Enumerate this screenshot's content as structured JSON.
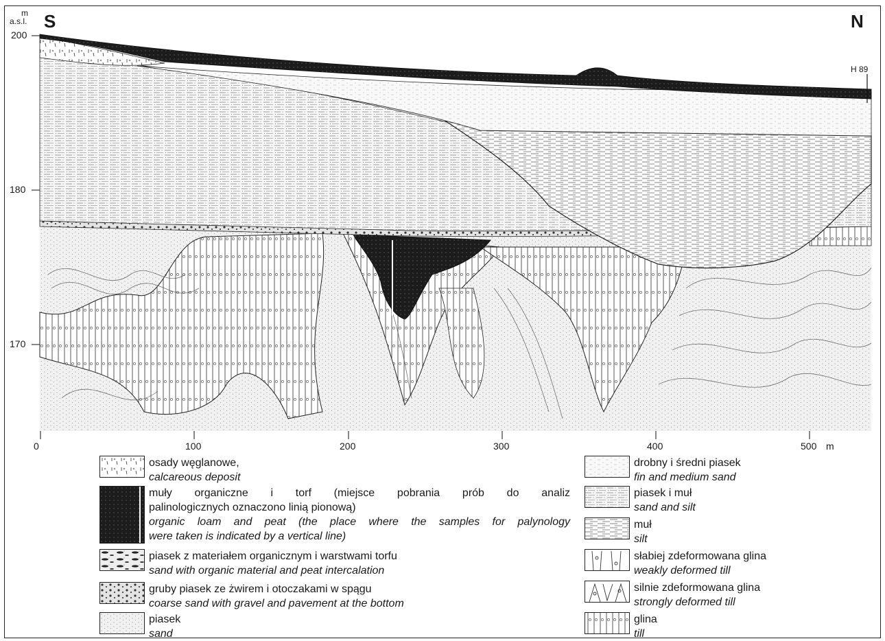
{
  "header": {
    "direction_left": "S",
    "direction_right": "N",
    "unit_top": "m",
    "unit_bottom": "a.s.l."
  },
  "elevation_ticks": [
    "200",
    "180",
    "170"
  ],
  "distance_ticks": [
    "0",
    "100",
    "200",
    "300",
    "400",
    "500"
  ],
  "distance_unit": "m",
  "borehole_label": "H 89",
  "legend": {
    "left": [
      {
        "pl": "osady węglanowe,",
        "en": "calcareous deposit",
        "pattern": "calcareous"
      },
      {
        "pl": "muły organiczne i torf (miejsce pobrania prób do analiz palinologicznych oznaczono linią pionową)",
        "pl_line1": "muły organiczne i torf (miejsce pobrania prób do analiz",
        "pl_line2": "palinologicznych oznaczono linią pionową)",
        "en_line1": "organic loam and peat (the place where the samples for palynology",
        "en_line2": "were taken is indicated by a vertical line)",
        "pattern": "organic"
      },
      {
        "pl": "piasek z materiałem organicznym i warstwami torfu",
        "en": "sand with organic material and peat intercalation",
        "pattern": "sand-organic"
      },
      {
        "pl": "gruby piasek ze żwirem i otoczakami w spągu",
        "en": "coarse sand with gravel and pavement at the bottom",
        "pattern": "coarse"
      },
      {
        "pl": "piasek",
        "en": "sand",
        "pattern": "sand"
      }
    ],
    "right": [
      {
        "pl": "drobny i średni piasek",
        "en": "fin and medium sand",
        "pattern": "fine-sand"
      },
      {
        "pl": "piasek i muł",
        "en": "sand and silt",
        "pattern": "sand-silt"
      },
      {
        "pl": "muł",
        "en": "silt",
        "pattern": "silt"
      },
      {
        "pl": "słabiej zdeformowana glina",
        "en": "weakly deformed till",
        "pattern": "weak-till"
      },
      {
        "pl": "silnie zdeformowana glina",
        "en": "strongly deformed till",
        "pattern": "strong-till"
      },
      {
        "pl": "glina",
        "en": "till",
        "pattern": "till"
      }
    ]
  },
  "colors": {
    "ink": "#1a1a1a",
    "paper": "#ffffff",
    "shade": "#efefef"
  }
}
